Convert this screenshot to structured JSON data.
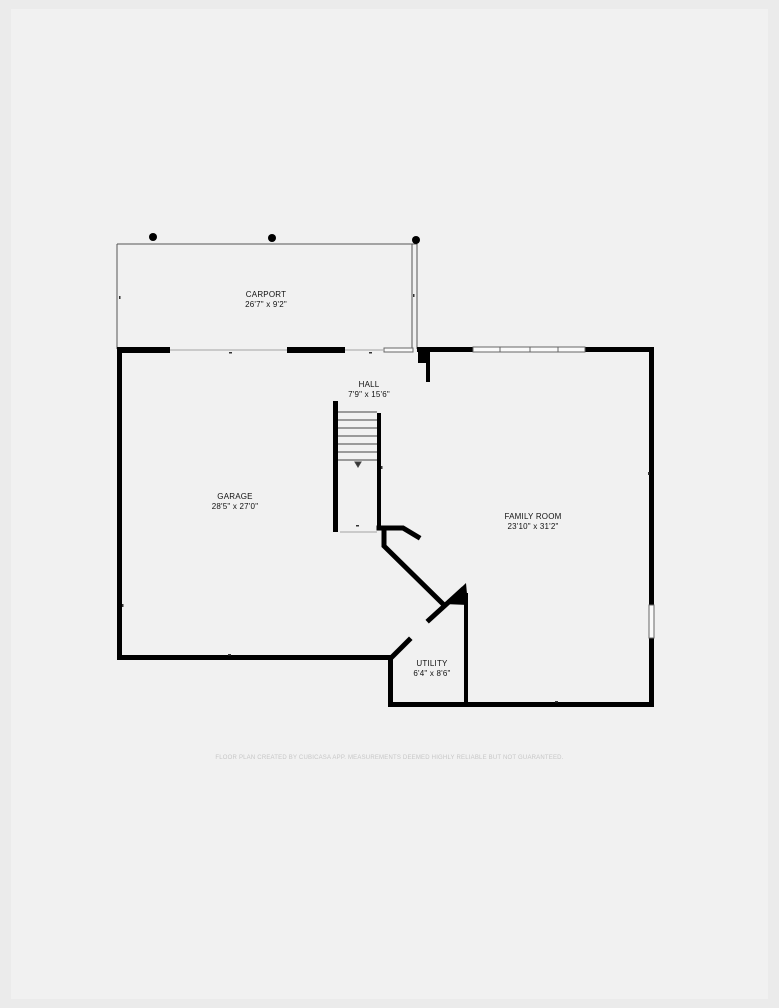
{
  "rooms": {
    "carport": {
      "name": "CARPORT",
      "dims": "26'7\" x 9'2\""
    },
    "hall": {
      "name": "HALL",
      "dims": "7'9\" x 15'6\""
    },
    "garage": {
      "name": "GARAGE",
      "dims": "28'5\" x 27'0\""
    },
    "family_room": {
      "name": "FAMILY ROOM",
      "dims": "23'10\" x 31'2\""
    },
    "utility": {
      "name": "UTILITY",
      "dims": "6'4\" x 8'6\""
    }
  },
  "footer": "FLOOR PLAN CREATED BY CUBICASA APP. MEASUREMENTS DEEMED HIGHLY RELIABLE BUT NOT GUARANTEED.",
  "colors": {
    "wall": "#000000",
    "thin_line": "#555555",
    "background": "#f1f1f1"
  }
}
